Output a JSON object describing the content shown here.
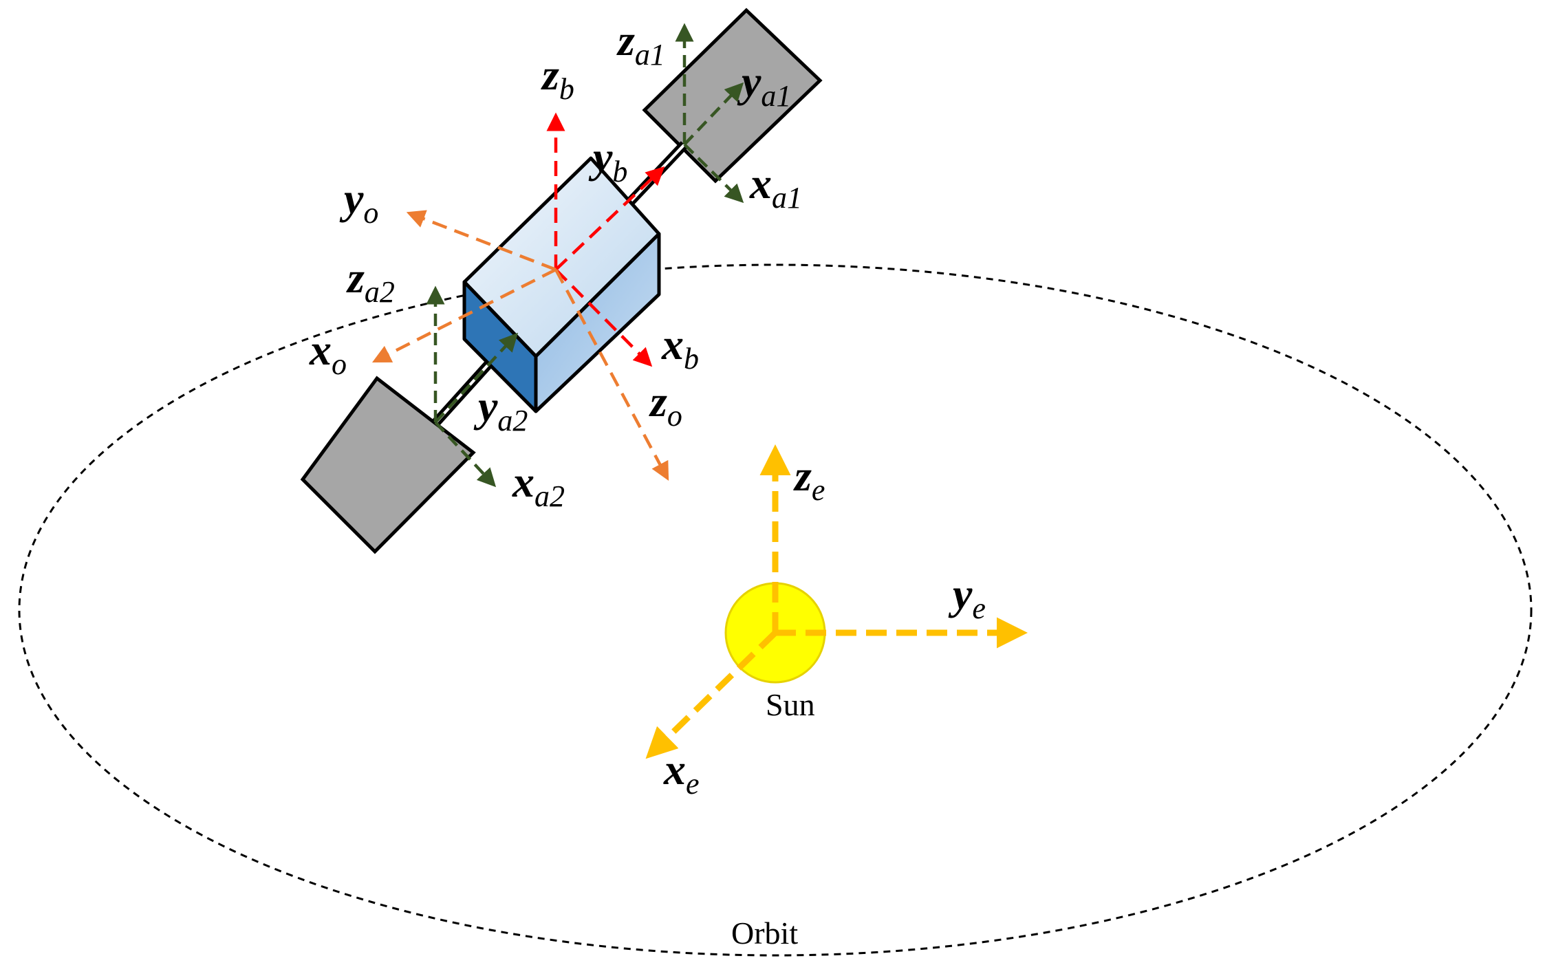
{
  "labels": {
    "orbit": "Orbit",
    "sun": "Sun"
  },
  "axes": {
    "za1": {
      "base": "z",
      "sub": "a1"
    },
    "ya1": {
      "base": "y",
      "sub": "a1"
    },
    "xa1": {
      "base": "x",
      "sub": "a1"
    },
    "zb": {
      "base": "z",
      "sub": "b"
    },
    "yb": {
      "base": "y",
      "sub": "b"
    },
    "xb": {
      "base": "x",
      "sub": "b"
    },
    "yo": {
      "base": "y",
      "sub": "o"
    },
    "xo": {
      "base": "x",
      "sub": "o"
    },
    "zo": {
      "base": "z",
      "sub": "o"
    },
    "za2": {
      "base": "z",
      "sub": "a2"
    },
    "ya2": {
      "base": "y",
      "sub": "a2"
    },
    "xa2": {
      "base": "x",
      "sub": "a2"
    },
    "ze": {
      "base": "z",
      "sub": "e"
    },
    "ye": {
      "base": "y",
      "sub": "e"
    },
    "xe": {
      "base": "x",
      "sub": "e"
    }
  },
  "colors": {
    "body_frame": "#ff0000",
    "orbit_frame": "#ed7d31",
    "array_frame": "#375623",
    "sun_frame": "#ffc000",
    "sun_fill": "#ffff00",
    "panel_fill": "#a6a6a6",
    "cube_front": "#2e75b6",
    "cube_light": "#bdd7ee"
  }
}
